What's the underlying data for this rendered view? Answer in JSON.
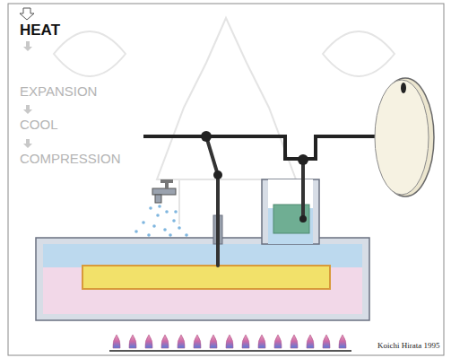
{
  "diagram": {
    "labels": [
      "HEAT",
      "EXPANSION",
      "COOL",
      "COMPRESSION",
      "Koichi Hirata 1995"
    ]
  }
}
